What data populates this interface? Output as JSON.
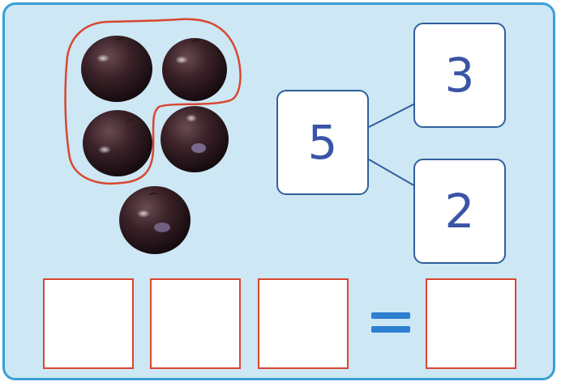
{
  "number_bond": {
    "total": "5",
    "part_one": "3",
    "part_two": "2"
  },
  "objects": {
    "icon": "plum-icon",
    "count": 5,
    "grouped_count": 3,
    "ungrouped_count": 2
  },
  "equation": {
    "answer_boxes": 4,
    "operator_symbol": "="
  },
  "colors": {
    "card_background": "#cde7f5",
    "card_border": "#3a9fd6",
    "group_outline": "#d9462e",
    "answer_box_border": "#d9462e",
    "number_text": "#3a55a6",
    "equals_sign": "#2e7fd0"
  }
}
